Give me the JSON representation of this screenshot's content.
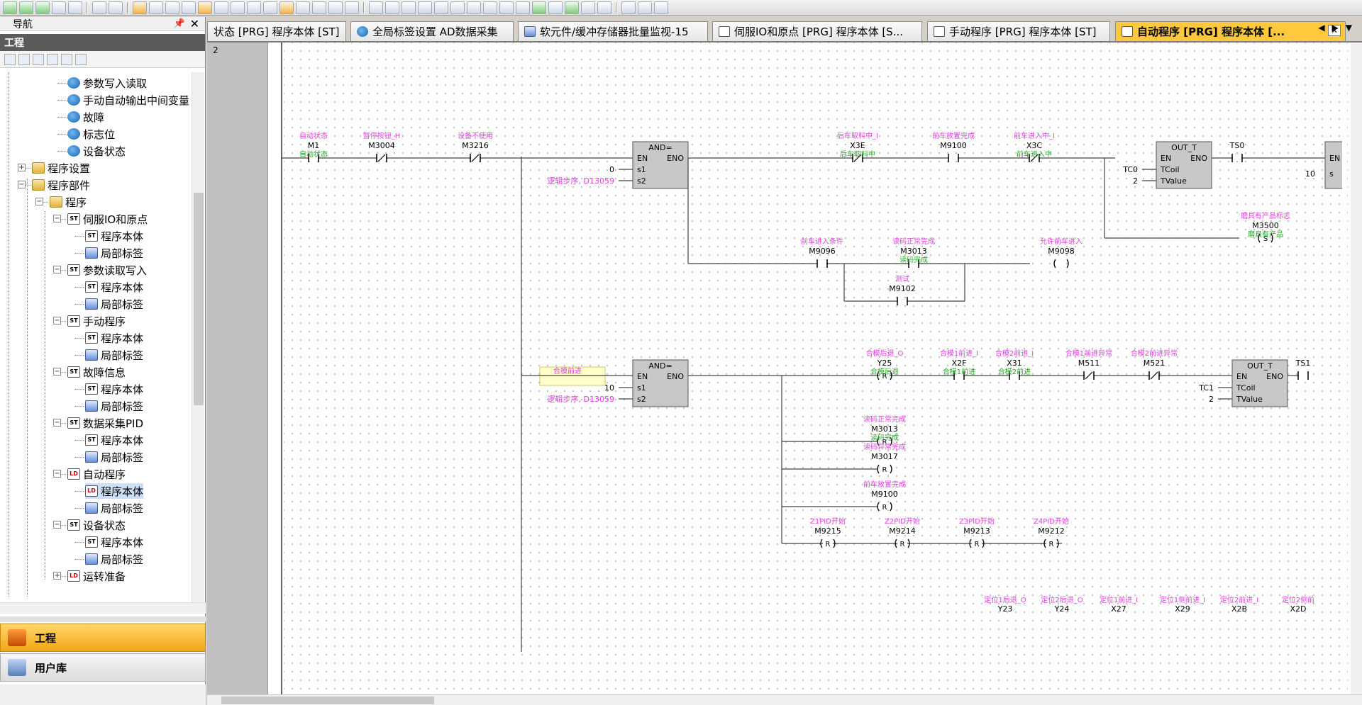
{
  "nav": {
    "title": "导航",
    "project_label": "工程",
    "tree": [
      {
        "label": "参数写入读取",
        "icon": "global-label-icon"
      },
      {
        "label": "手动自动输出中间变量",
        "icon": "global-label-icon"
      },
      {
        "label": "故障",
        "icon": "global-label-icon"
      },
      {
        "label": "标志位",
        "icon": "global-label-icon"
      },
      {
        "label": "设备状态",
        "icon": "global-label-icon"
      },
      {
        "label": "程序设置",
        "icon": "folder-icon"
      },
      {
        "label": "程序部件",
        "icon": "folder-icon"
      },
      {
        "label": "程序",
        "icon": "folder-icon"
      },
      {
        "label": "伺服IO和原点",
        "icon": "st-program-icon"
      },
      {
        "label": "程序本体",
        "icon": "st-body-icon"
      },
      {
        "label": "局部标签",
        "icon": "local-label-icon"
      },
      {
        "label": "参数读取写入",
        "icon": "st-program-icon"
      },
      {
        "label": "程序本体",
        "icon": "st-body-icon"
      },
      {
        "label": "局部标签",
        "icon": "local-label-icon"
      },
      {
        "label": "手动程序",
        "icon": "st-program-icon"
      },
      {
        "label": "程序本体",
        "icon": "st-body-icon"
      },
      {
        "label": "局部标签",
        "icon": "local-label-icon"
      },
      {
        "label": "故障信息",
        "icon": "st-program-icon"
      },
      {
        "label": "程序本体",
        "icon": "st-body-icon"
      },
      {
        "label": "局部标签",
        "icon": "local-label-icon"
      },
      {
        "label": "数据采集PID",
        "icon": "st-program-icon"
      },
      {
        "label": "程序本体",
        "icon": "st-body-icon"
      },
      {
        "label": "局部标签",
        "icon": "local-label-icon"
      },
      {
        "label": "自动程序",
        "icon": "ld-program-icon"
      },
      {
        "label": "程序本体",
        "icon": "ld-body-icon"
      },
      {
        "label": "局部标签",
        "icon": "local-label-icon"
      },
      {
        "label": "设备状态",
        "icon": "st-program-icon"
      },
      {
        "label": "程序本体",
        "icon": "st-body-icon"
      },
      {
        "label": "局部标签",
        "icon": "local-label-icon"
      },
      {
        "label": "运转准备",
        "icon": "ld-program-icon"
      }
    ],
    "bottom_buttons": [
      "工程",
      "用户库"
    ]
  },
  "tabs": [
    {
      "label": "状态 [PRG] 程序本体 [ST]",
      "icon": "st-icon"
    },
    {
      "label": "全局标签设置 AD数据采集",
      "icon": "global-label-icon"
    },
    {
      "label": "软元件/缓冲存储器批量监视-15",
      "icon": "monitor-icon"
    },
    {
      "label": "伺服IO和原点 [PRG] 程序本体 [S...",
      "icon": "st-icon"
    },
    {
      "label": "手动程序 [PRG] 程序本体 [ST]",
      "icon": "st-icon"
    },
    {
      "label": "自动程序 [PRG] 程序本体 [...",
      "icon": "ld-icon"
    }
  ],
  "editor": {
    "row_number": "2",
    "comment_box": "合模前进",
    "rung1": {
      "contacts": [
        {
          "comment": "自动状态",
          "device": "M1",
          "label": "自动状态"
        },
        {
          "comment": "暂停按钮_H",
          "device": "M3004"
        },
        {
          "comment": "设备不使用",
          "device": "M3216"
        }
      ],
      "and_block": {
        "title": "AND=",
        "en": "EN",
        "eno": "ENO",
        "s1": "s1",
        "s2": "s2",
        "s1_value": "0",
        "s2_value": "逻辑步序, D13059"
      },
      "contacts2": [
        {
          "comment": "后车取料中_I",
          "device": "X3E",
          "label": "后车取料中"
        },
        {
          "comment": "前车放置完成",
          "device": "M9100"
        },
        {
          "comment": "前车进入中_I",
          "device": "X3C",
          "label": "前车进入中"
        }
      ],
      "out_block": {
        "title": "OUT_T",
        "en": "EN",
        "eno": "ENO",
        "tcoil": "TCoil",
        "tvalue": "TValue",
        "tcoil_value": "TC0",
        "tvalue_value": "2"
      },
      "ts_contact": "TS0",
      "right_block": {
        "en": "EN",
        "s": "s",
        "s_value": "10"
      },
      "set_coil": {
        "comment": "磨具有产品标志",
        "device": "M3500",
        "label": "磨具有产品",
        "symbol": "S"
      },
      "branch": {
        "c1": {
          "comment": "前车进入条件",
          "device": "M9096"
        },
        "c2": {
          "comment": "读码正常完成",
          "device": "M3013",
          "label": "读码完成"
        },
        "c3": {
          "comment": "测试",
          "device": "M9102"
        },
        "coil": {
          "comment": "允许前车进入",
          "device": "M9098"
        }
      }
    },
    "rung2": {
      "and_block": {
        "title": "AND=",
        "en": "EN",
        "eno": "ENO",
        "s1": "s1",
        "s2": "s2",
        "s1_value": "10",
        "s2_value": "逻辑步序, D13059"
      },
      "contacts": [
        {
          "comment": "合模后退_O",
          "device": "Y25",
          "label": "合模后退",
          "symbol": "R"
        },
        {
          "comment": "合模1前进_I",
          "device": "X2F",
          "label": "合模1前进"
        },
        {
          "comment": "合模2前进_I",
          "device": "X31",
          "label": "合模2前进"
        },
        {
          "comment": "合模1前进异常",
          "device": "M511"
        },
        {
          "comment": "合模2前进异常",
          "device": "M521"
        }
      ],
      "out_block": {
        "title": "OUT_T",
        "en": "EN",
        "eno": "ENO",
        "tcoil": "TCoil",
        "tvalue": "TValue",
        "tcoil_value": "TC1",
        "tvalue_value": "2"
      },
      "ts_contact": "TS1",
      "resets": [
        {
          "comment": "读码正常完成",
          "device": "M3013",
          "label": "读码完成",
          "symbol": "R"
        },
        {
          "comment": "读码异常完成",
          "device": "M3017",
          "symbol": "R"
        },
        {
          "comment": "前车放置完成",
          "device": "M9100",
          "symbol": "R"
        }
      ],
      "pid_resets": [
        {
          "comment": "Z1PID开始",
          "device": "M9215",
          "symbol": "R"
        },
        {
          "comment": "Z2PID开始",
          "device": "M9214",
          "symbol": "R"
        },
        {
          "comment": "Z3PID开始",
          "device": "M9213",
          "symbol": "R"
        },
        {
          "comment": "Z4PID开始",
          "device": "M9212",
          "symbol": "R"
        }
      ]
    },
    "bottom_row": [
      {
        "comment": "定位1后退_O",
        "device": "Y23"
      },
      {
        "comment": "定位2后退_O",
        "device": "Y24"
      },
      {
        "comment": "定位1前进_I",
        "device": "X27"
      },
      {
        "comment": "定位1侧前进_I",
        "device": "X29"
      },
      {
        "comment": "定位2前进_I",
        "device": "X2B"
      },
      {
        "comment": "定位2侧前",
        "device": "X2D"
      }
    ]
  },
  "colors": {
    "comment": "#e040e0",
    "label": "#2aa52a",
    "block_fill": "#c8c8c8",
    "active_tab": "#ffc83d",
    "project_button": "#f3a716"
  }
}
